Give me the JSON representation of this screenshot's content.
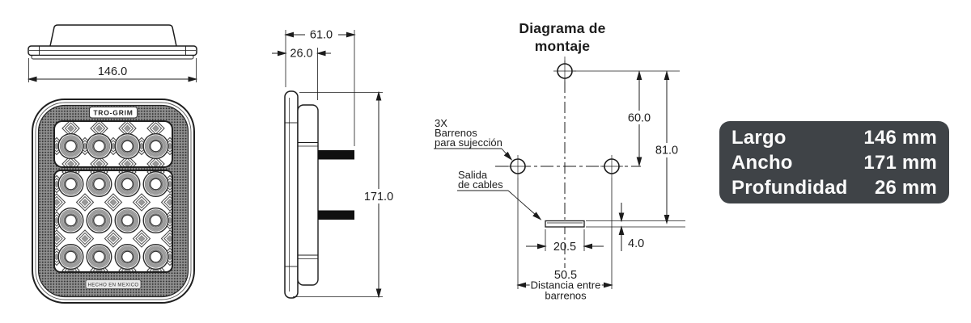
{
  "views": {
    "top": {
      "dim_width": "146.0"
    },
    "side": {
      "dim_total_depth": "61.0",
      "dim_body_depth": "26.0",
      "dim_height": "171.0"
    },
    "front": {
      "brand": "TRO-GRIM",
      "made_in": "HECHO EN MEXICO"
    },
    "mounting": {
      "title_line1": "Diagrama de",
      "title_line2": "montaje",
      "holes_label_line1": "3X",
      "holes_label_line2": "Barrenos",
      "holes_label_line3": "para sujección",
      "cable_label_line1": "Salida",
      "cable_label_line2": "de cables",
      "dim_top_to_holes": "60.0",
      "dim_top_to_slot": "81.0",
      "dim_slot_width": "20.5",
      "dim_slot_height": "4.0",
      "dim_hole_spacing": "50.5",
      "hole_spacing_note_line1": "Distancia entre",
      "hole_spacing_note_line2": "barrenos"
    }
  },
  "spec_box": {
    "bg_color": "#3f4347",
    "text_color": "#fafafa",
    "rows": [
      {
        "label": "Largo",
        "value": "146 mm"
      },
      {
        "label": "Ancho",
        "value": "171 mm"
      },
      {
        "label": "Profundidad",
        "value": "26 mm"
      }
    ]
  }
}
